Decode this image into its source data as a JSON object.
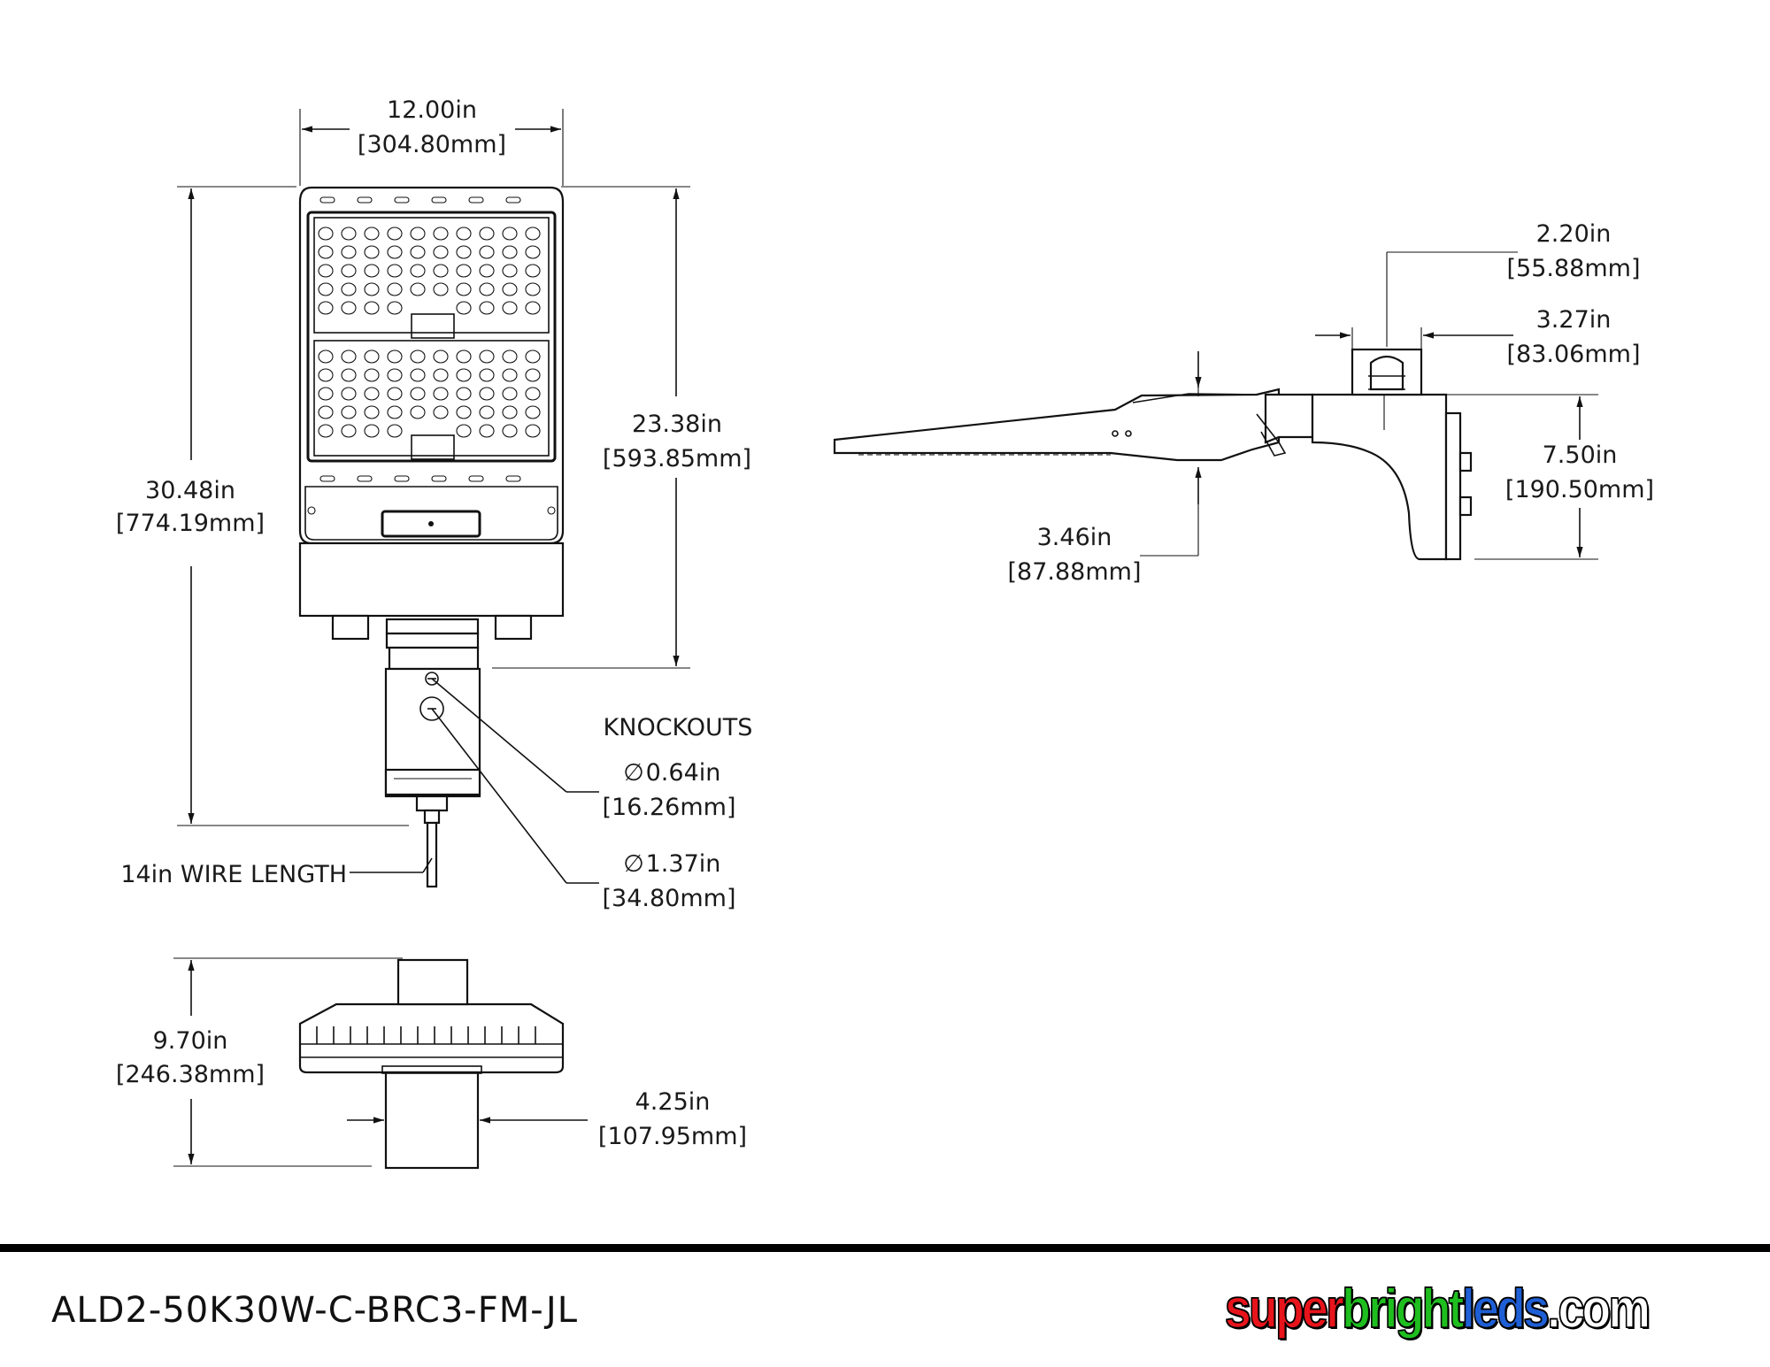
{
  "dimensions": {
    "front_width": {
      "in": "12.00in",
      "mm": "[304.80mm]"
    },
    "overall_height": {
      "in": "30.48in",
      "mm": "[774.19mm]"
    },
    "head_height": {
      "in": "23.38in",
      "mm": "[593.85mm]"
    },
    "side_mount_top": {
      "in": "2.20in",
      "mm": "[55.88mm]"
    },
    "side_mount_width": {
      "in": "3.27in",
      "mm": "[83.06mm]"
    },
    "side_bracket_height": {
      "in": "7.50in",
      "mm": "[190.50mm]"
    },
    "side_head_thickness": {
      "in": "3.46in",
      "mm": "[87.88mm]"
    },
    "bottom_depth": {
      "in": "9.70in",
      "mm": "[246.38mm]"
    },
    "bottom_mount_width": {
      "in": "4.25in",
      "mm": "[107.95mm]"
    }
  },
  "knockouts": {
    "title": "KNOCKOUTS",
    "small": {
      "in": "0.64in",
      "mm": "[16.26mm]"
    },
    "large": {
      "in": "1.37in",
      "mm": "[34.80mm]"
    },
    "diameter_symbol": "∅"
  },
  "wire_label": "14in WIRE LENGTH",
  "model_number": "ALD2-50K30W-C-BRC3-FM-JL",
  "logo": {
    "parts": [
      "super",
      "bright",
      "leds",
      ".com"
    ],
    "colors": [
      "#e8141b",
      "#1fbe1f",
      "#1e5fd6",
      "#ffffff"
    ]
  }
}
